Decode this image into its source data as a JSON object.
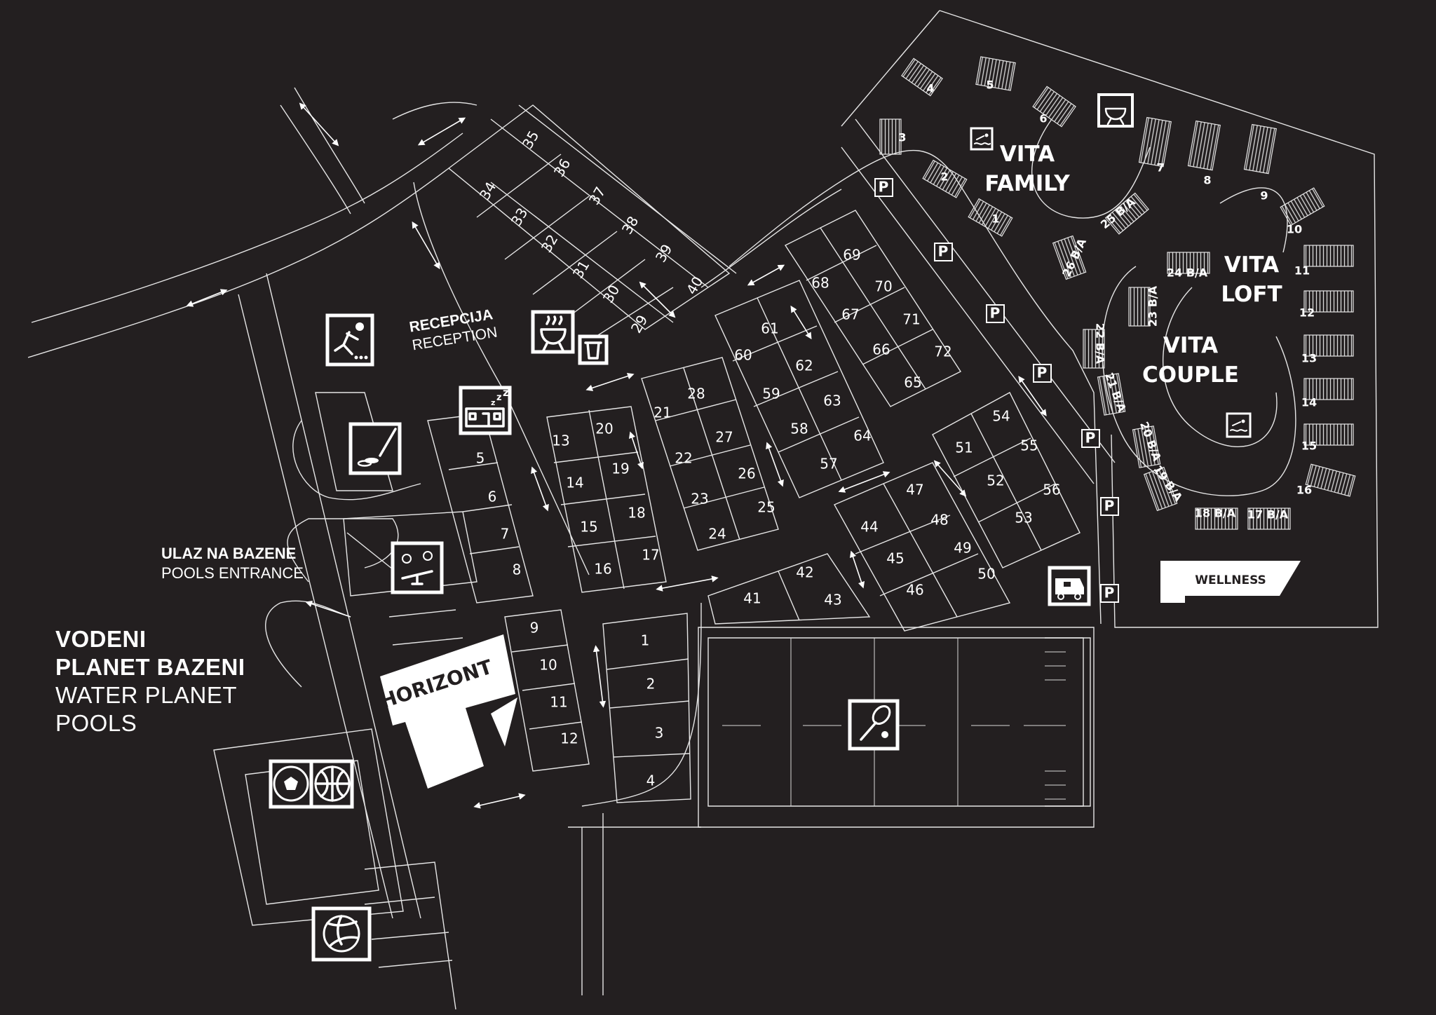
{
  "legend": {
    "pools_title_hr_line1": "VODENI",
    "pools_title_hr_line2": "PLANET BAZENI",
    "pools_title_en_line1": "WATER PLANET",
    "pools_title_en_line2": "POOLS"
  },
  "pools_entrance": {
    "hr": "ULAZ NA BAZENE",
    "en": "POOLS ENTRANCE"
  },
  "reception": {
    "hr": "RECEPCIJA",
    "en": "RECEPTION"
  },
  "zones": {
    "vita_family_1": "VITA",
    "vita_family_2": "FAMILY",
    "vita_loft_1": "VITA",
    "vita_loft_2": "LOFT",
    "vita_couple_1": "VITA",
    "vita_couple_2": "COUPLE",
    "horizont": "HORIZONT",
    "wellness": "WELLNESS"
  },
  "parking_label": "P",
  "plots": [
    "1",
    "2",
    "3",
    "4",
    "5",
    "6",
    "7",
    "8",
    "9",
    "10",
    "11",
    "12",
    "13",
    "14",
    "15",
    "16",
    "17",
    "18",
    "19",
    "20",
    "21",
    "22",
    "23",
    "24",
    "25",
    "26",
    "27",
    "28",
    "29",
    "30",
    "31",
    "32",
    "33",
    "34",
    "35",
    "36",
    "37",
    "38",
    "39",
    "40",
    "41",
    "42",
    "43",
    "44",
    "45",
    "46",
    "47",
    "48",
    "49",
    "50",
    "51",
    "52",
    "53",
    "54",
    "55",
    "56",
    "57",
    "58",
    "59",
    "60",
    "61",
    "62",
    "63",
    "64",
    "65",
    "66",
    "67",
    "68",
    "69",
    "70",
    "71",
    "72"
  ],
  "vita_units": [
    "1",
    "2",
    "3",
    "4",
    "5",
    "6",
    "7",
    "8",
    "9",
    "10",
    "11",
    "12",
    "13",
    "14",
    "15",
    "16",
    "17 B/A",
    "18 B/A",
    "19 B/A",
    "20 B/A",
    "21 B/A",
    "22 B/A",
    "23 B/A",
    "24 B/A",
    "25 B/A",
    "26 B/A"
  ],
  "icons": [
    "bowling-icon",
    "mini-golf-icon",
    "playground-icon",
    "grill-icon",
    "waste-bin-icon",
    "sleeping-house-icon",
    "tennis-icon",
    "football-basketball-icon",
    "volleyball-icon",
    "camper-service-icon",
    "pool-icon",
    "grill-icon-vita"
  ]
}
